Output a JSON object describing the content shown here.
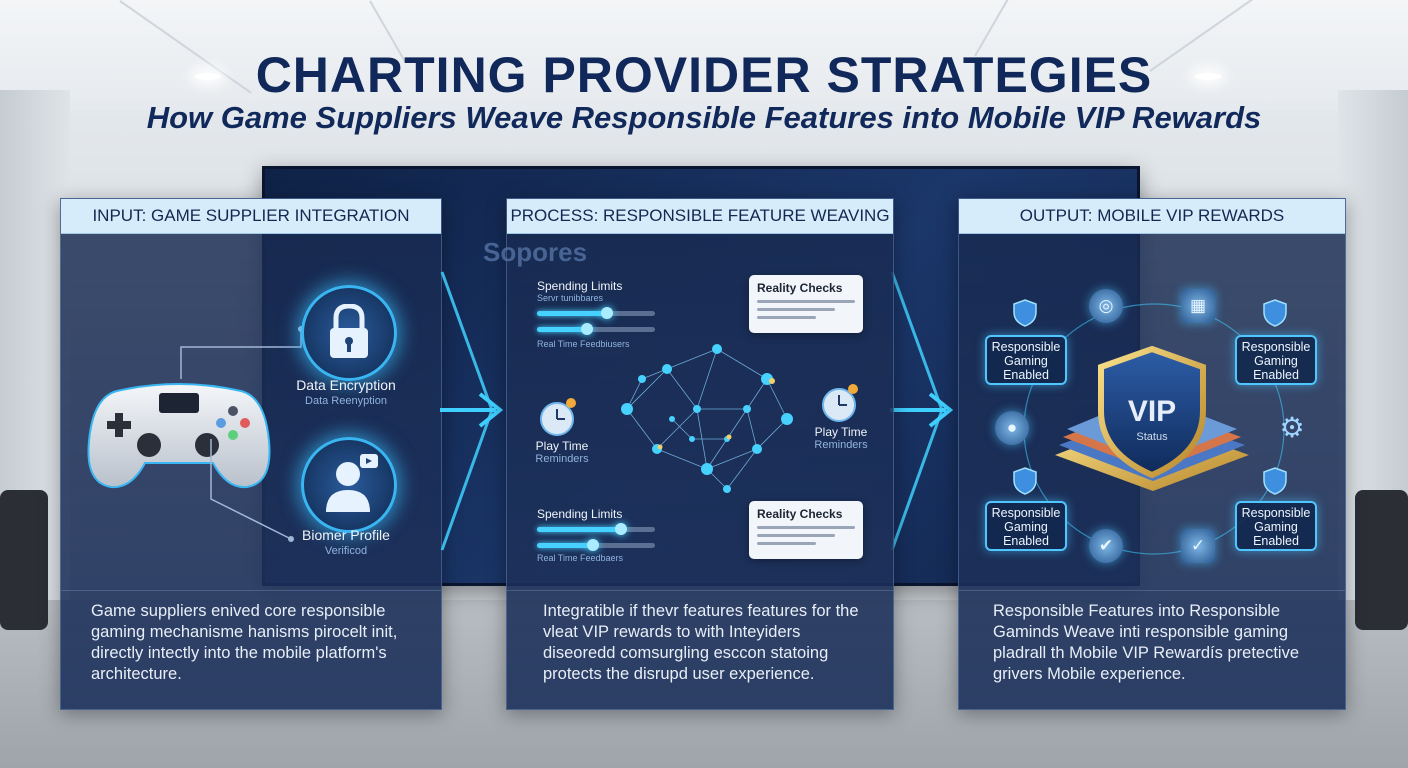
{
  "title": "CHARTING PROVIDER STRATEGIES",
  "subtitle": "How Game Suppliers Weave Responsible Features into Mobile VIP Rewards",
  "panels": {
    "input": {
      "header": "INPUT: GAME SUPPLIER INTEGRATION",
      "encryption_label": "Data Encryption",
      "encryption_sub": "Data Reenyption",
      "profile_label": "Biomer Profile",
      "profile_sub": "Verificod",
      "description": "Game suppliers enived core responsible gaming mechanisme hanisms pirocelt init, directly intectly into the mobile platform's architecture."
    },
    "process": {
      "header": "PROCESS: RESPONSIBLE FEATURE WEAVING",
      "screen_word": "Sopores",
      "spending_top": "Spending Limits",
      "spending_top_sub": "Servr tunibbares",
      "realtime_top": "Real Time Feedbiusers",
      "reality_top": "Reality Checks",
      "play_left": "Play Time",
      "play_left_2": "Reminders",
      "play_right": "Play Time",
      "play_right_2": "Reminders",
      "spending_bottom": "Spending Limits",
      "realtime_bottom": "Real Time Feedbaers",
      "reality_bottom": "Reality Checks",
      "description": "Integratible if thevr features features for the vleat VIP rewards to with Inteyiders diseoredd comsurgling esccon statoing protects the disrupd user experience."
    },
    "output": {
      "header": "OUTPUT: MOBILE VIP REWARDS",
      "badge_line1": "Responsible",
      "badge_line2": "Gaming",
      "badge_line3": "Enabled",
      "vip": "VIP",
      "status": "Status",
      "description": "Responsible Features into Responsible Gaminds Weave inti responsible gaming pladrall th Mobile VIP Rewardís pretective grivers Mobile experience."
    }
  },
  "colors": {
    "title": "#10295a",
    "header_bg": "#d6ecfb",
    "accent_glow": "#39b6f2",
    "panel_bg": "#1e325c"
  },
  "icons": [
    "lock-icon",
    "gamepad-icon",
    "user-profile-icon",
    "clock-icon",
    "brain-network-icon",
    "shield-icon",
    "vip-shield-icon",
    "gear-icon",
    "user-icon",
    "checkmark-icon",
    "calendar-icon"
  ]
}
